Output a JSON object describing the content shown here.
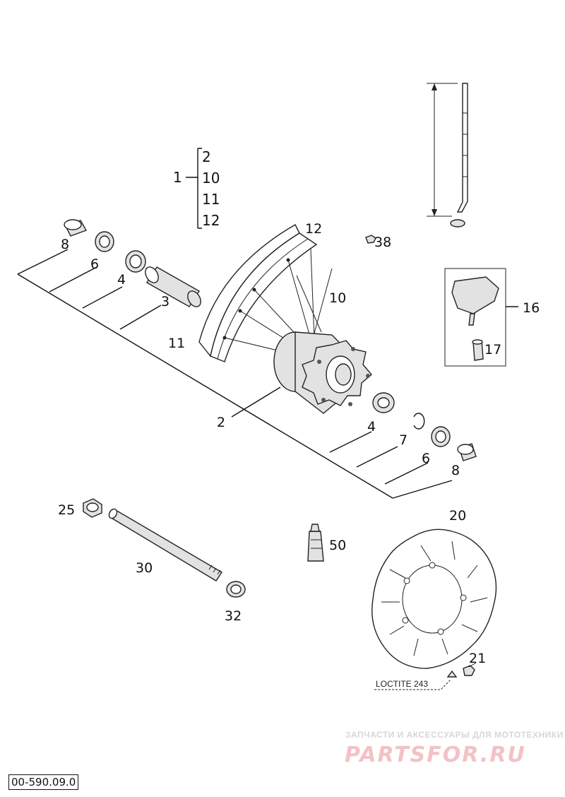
{
  "diagram": {
    "bom_group": {
      "parent": "1",
      "children": [
        "2",
        "10",
        "11",
        "12"
      ]
    },
    "labels": {
      "p2_left": "2",
      "p3": "3",
      "p4_left": "4",
      "p4_right": "4",
      "p6_left": "6",
      "p6_right": "6",
      "p7": "7",
      "p8_left": "8",
      "p8_right": "8",
      "p10": "10",
      "p11": "11",
      "p12": "12",
      "p16": "16",
      "p17": "17",
      "p20": "20",
      "p21": "21",
      "p25": "25",
      "p30": "30",
      "p32": "32",
      "p38": "38",
      "p50": "50"
    },
    "note_loctite": "LOCTITE 243",
    "drawing_code": "00-590.09.0"
  },
  "watermark": {
    "tagline": "ЗАПЧАСТИ И АКСЕССУАРЫ ДЛЯ МОТОТЕХНИКИ",
    "logo": "PARTSFOR.RU"
  }
}
